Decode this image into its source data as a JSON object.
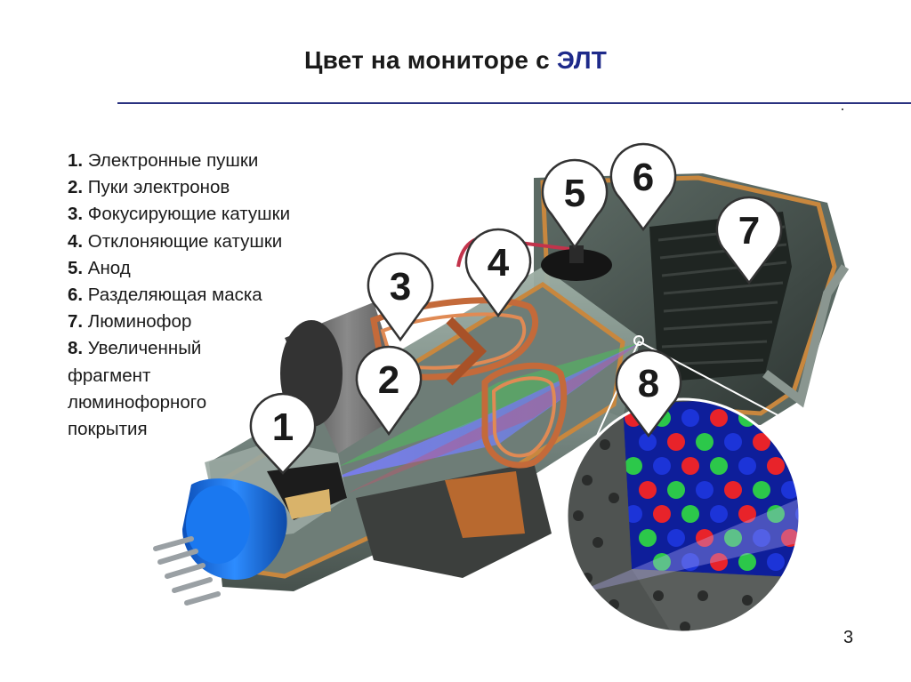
{
  "slide": {
    "title_main": "Цвет на мониторе с ",
    "title_accent": "ЭЛТ",
    "page_number": "3"
  },
  "legend": [
    {
      "num": "1.",
      "text": " Электронные пушки"
    },
    {
      "num": "2.",
      "text": " Пуки электронов"
    },
    {
      "num": "3.",
      "text": " Фокусирующие катушки"
    },
    {
      "num": "4.",
      "text": " Отклоняющие катушки"
    },
    {
      "num": "5.",
      "text": " Анод"
    },
    {
      "num": "6.",
      "text": " Разделяющая маска"
    },
    {
      "num": "7.",
      "text": " Люминофор"
    },
    {
      "num": "8.",
      "text": " Увеличенный",
      "continuation": [
        "фрагмент",
        "люминофорного",
        "покрытия"
      ]
    }
  ],
  "markers": [
    "1",
    "2",
    "3",
    "4",
    "5",
    "6",
    "7",
    "8"
  ],
  "colors": {
    "title_accent": "#1e2a8a",
    "rule": "#2a3280",
    "phosphor_red": "#e8232a",
    "phosphor_green": "#2cc84a",
    "phosphor_blue": "#1c34d8",
    "coil_copper": "#c46a3a",
    "socket_blue": "#1e6fe0"
  }
}
